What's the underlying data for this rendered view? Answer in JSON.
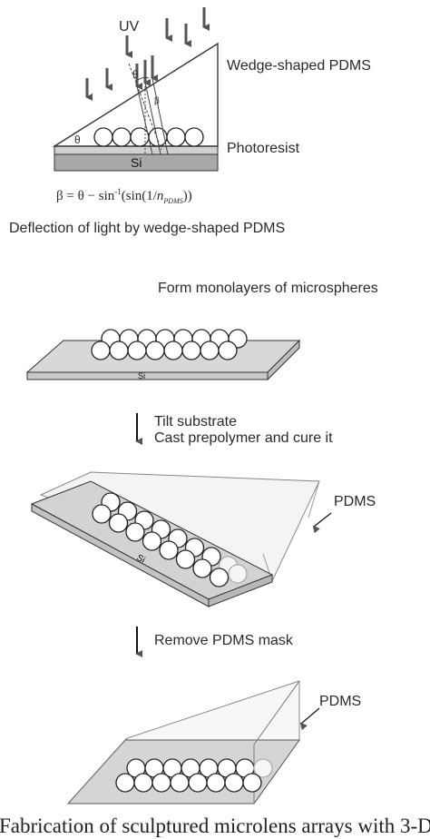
{
  "panel1": {
    "uv_label": "UV",
    "wedge_label": "Wedge-shaped PDMS",
    "photoresist_label": "Photoresist",
    "si_label": "Si",
    "theta_symbol": "θ",
    "beta_symbol": "β",
    "equation_prefix": "β = θ − sin",
    "equation_sup": "-1",
    "equation_mid": "(sin(1/",
    "equation_n": "n",
    "equation_sub": "PDMS",
    "equation_suffix": "))",
    "deflection_text": "Deflection of light by wedge-shaped PDMS"
  },
  "panel2": {
    "form_text": "Form monolayers of microspheres",
    "si_label": "Si",
    "step1_line1": "Tilt substrate",
    "step1_line2": "Cast prepolymer and cure it",
    "pdms_label_1": "PDMS",
    "si_label_2": "Si",
    "step2": "Remove PDMS mask",
    "pdms_label_2": "PDMS"
  },
  "caption": "Fabrication of sculptured microlens arrays with 3-D"
}
